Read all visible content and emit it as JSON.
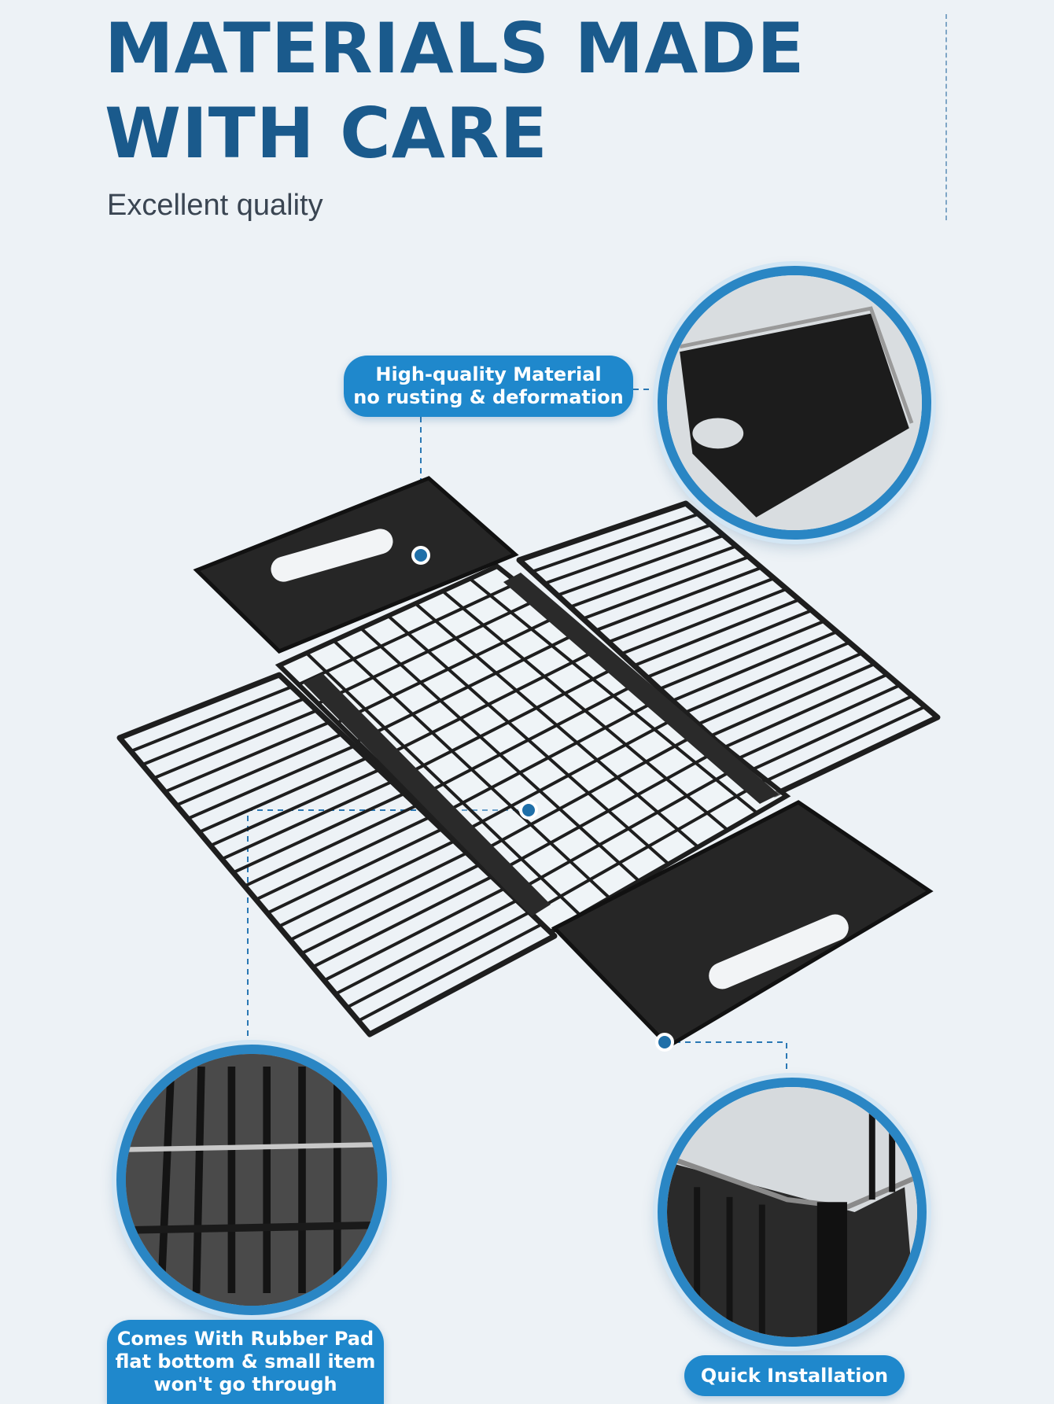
{
  "header": {
    "title": "MATERIALS MADE\nWITH CARE",
    "subtitle": "Excellent quality"
  },
  "callouts": [
    {
      "line1": "High-quality Material",
      "line2": "no rusting & deformation"
    },
    {
      "line1": "Comes With Rubber Pad",
      "line2": "flat bottom & small item",
      "line3": "won't go through"
    },
    {
      "line1": "Quick Installation"
    }
  ],
  "colors": {
    "title": "#1a5a8c",
    "accent": "#1f88cc",
    "background": "#edf2f6",
    "product": "#1e1e1e"
  }
}
